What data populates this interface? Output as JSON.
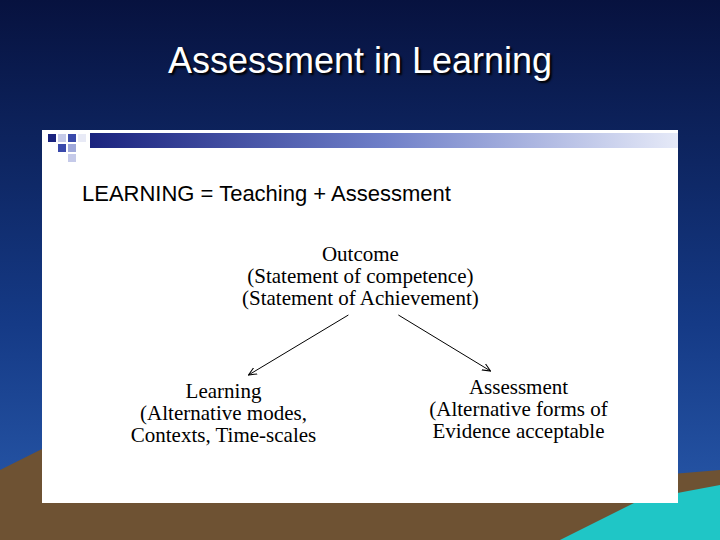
{
  "diagram": {
    "title": "Assessment in Learning",
    "nodes": [
      {
        "text": [
          "Outcome",
          "(Statement of competence)",
          "(Statement of Achievement)"
        ]
      },
      {
        "text": [
          "Learning",
          "(Alternative modes, Contexts, Time-scales"
        ]
      },
      {
        "text": [
          "Assessment",
          "(Alternative forms of Evidence acceptable"
        ]
      }
    ],
    "edges": [
      {
        "from": 0,
        "to": 1,
        "arrow": "to"
      },
      {
        "from": 0,
        "to": 2,
        "arrow": "to"
      }
    ],
    "labels": [
      "LEARNING = Teaching + Assessment"
    ]
  }
}
